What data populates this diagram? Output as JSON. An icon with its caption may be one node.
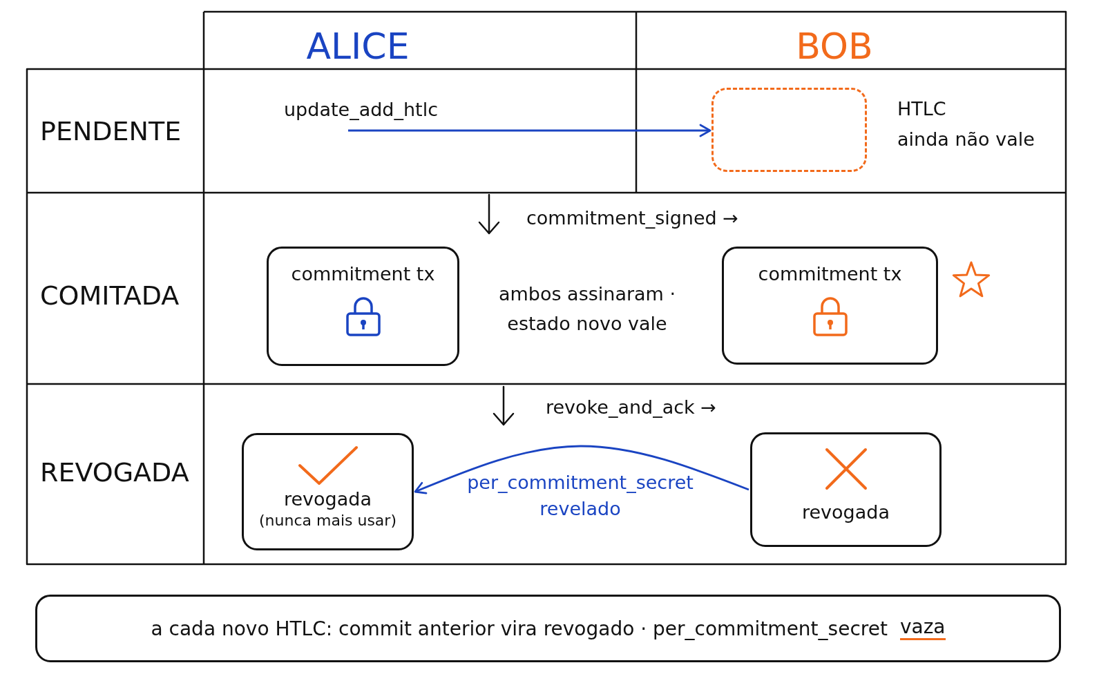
{
  "diagram": {
    "nodes": [
      {
        "text": [],
        "shape": "box",
        "beside": [
          "HTLC",
          "ainda não vale"
        ]
      },
      {
        "text": [
          "commitment tx"
        ]
      },
      {
        "text": [
          "commitment tx"
        ]
      },
      {
        "text": [
          "revogada",
          "(nunca mais usar)"
        ]
      },
      {
        "text": [
          "revogada"
        ]
      },
      {
        "text": [
          "a cada novo HTLC: commit anterior vira revogado · per_commitment_secret",
          "vaza"
        ]
      }
    ],
    "edges": [
      {
        "from": null,
        "to": 0,
        "arrow": "to",
        "label": "update_add_htlc"
      },
      {
        "from": 4,
        "to": 3,
        "arrow": "to",
        "label": "per_commitment_secret revelado"
      }
    ],
    "labels": [
      "ALICE",
      "BOB",
      "PENDENTE",
      "commitment_signed →",
      "COMITADA",
      "ambos assinaram · estado novo vale",
      "revoke_and_ack →",
      "REVOGADA"
    ]
  }
}
